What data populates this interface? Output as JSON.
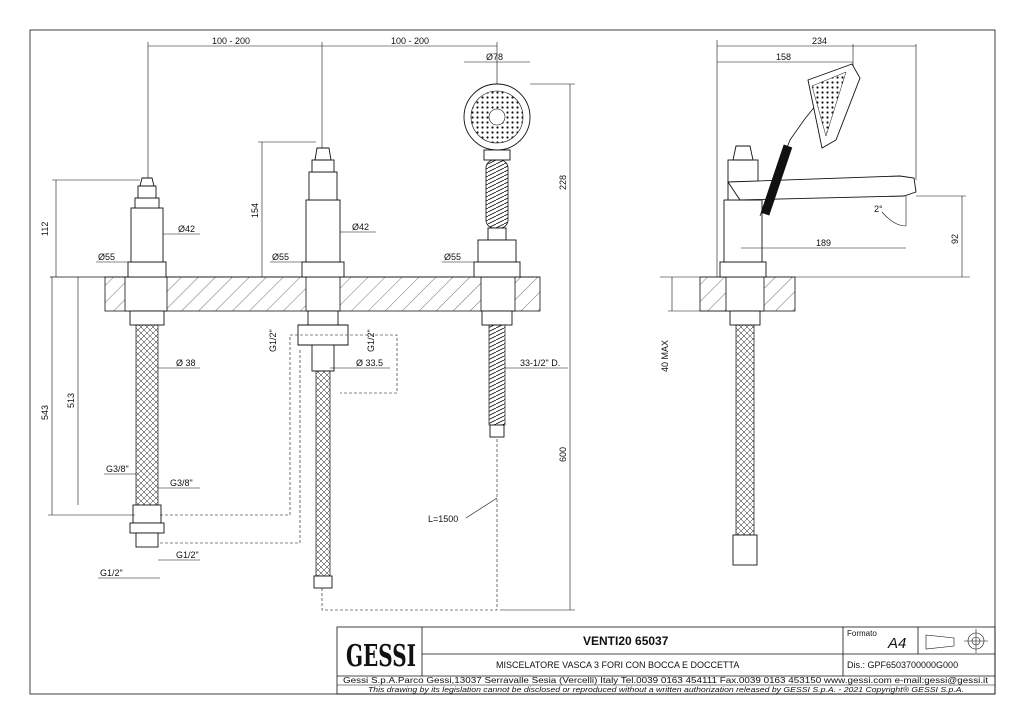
{
  "dimensions": {
    "spacing_left": "100 - 200",
    "spacing_right": "100 - 200",
    "shower_diameter": "Ø78",
    "height_112": "112",
    "height_154": "154",
    "height_228": "228",
    "dia_42_left": "Ø42",
    "dia_42_mid": "Ø42",
    "dia_55_left": "Ø55",
    "dia_55_mid": "Ø55",
    "dia_55_right": "Ø55",
    "dia_38": "Ø 38",
    "dia_33_5": "Ø 33.5",
    "hose_thread": "33-1/2\" D.",
    "g12_a": "G1/2\"",
    "g12_b": "G1/2\"",
    "len_513": "513",
    "len_543": "543",
    "len_600": "600",
    "g38_a": "G3/8\"",
    "g38_b": "G3/8\"",
    "g12_c": "G1/2\"",
    "g12_d": "G1/2\"",
    "hose_length": "L=1500",
    "width_234": "234",
    "width_158": "158",
    "angle_2": "2°",
    "reach_189": "189",
    "height_92": "92",
    "deck_40": "40 MAX"
  },
  "title_block": {
    "logo": "GESSI",
    "product": "VENTI20 65037",
    "description": "MISCELATORE VASCA 3 FORI CON BOCCA E DOCCETTA",
    "format_label": "Formato",
    "format_value": "A4",
    "drawing_number": "Dis.: GPF6503700000G000",
    "address": "Gessi S.p.A.Parco Gessi,13037 Serravalle Sesia (Vercelli) Italy Tel.0039 0163 454111 Fax.0039 0163 453150 www.gessi.com e-mail:gessi@gessi.it",
    "copyright": "This drawing by its legislation cannot be disclosed or reproduced without a written authorization released by GESSI S.p.A. - 2021 Copyright® GESSI S.p.A."
  }
}
